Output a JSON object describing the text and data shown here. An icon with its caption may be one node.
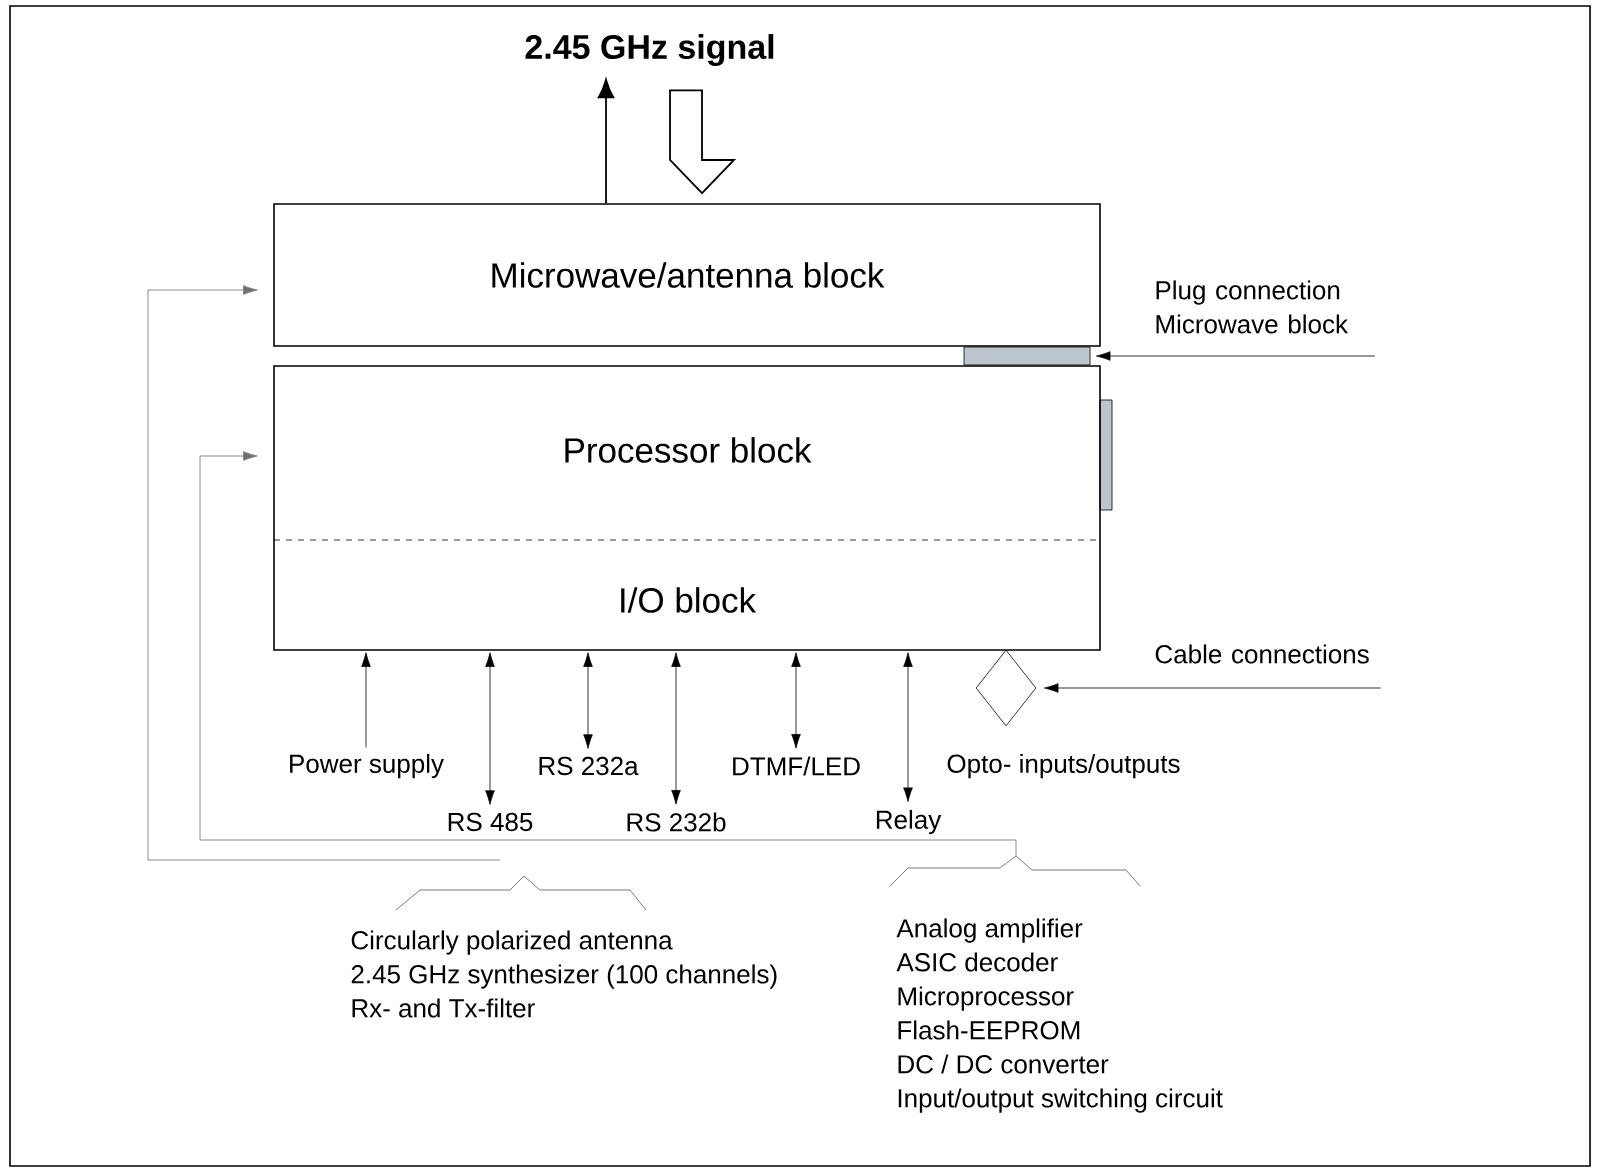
{
  "diagram": {
    "nodes": [
      {
        "text": [
          "Microwave/antenna block"
        ]
      },
      {
        "text": [
          "Processor block",
          "I/O block"
        ]
      },
      {
        "text": [
          "2.45 GHz signal"
        ]
      },
      {
        "text": [
          "Plug connection Microwave block"
        ]
      },
      {
        "text": [],
        "shape": "box"
      },
      {
        "text": [
          "Cable connections"
        ]
      },
      {
        "text": [],
        "shape": "diamond"
      },
      {
        "text": [
          "Power supply"
        ]
      },
      {
        "text": [
          "RS 485"
        ]
      },
      {
        "text": [
          "RS 232a"
        ]
      },
      {
        "text": [
          "RS 232b"
        ]
      },
      {
        "text": [
          "DTMF/LED"
        ]
      },
      {
        "text": [
          "Relay"
        ]
      },
      {
        "text": [
          "Circularly polarized antenna",
          "2.45 GHz synthesizer (100 channels)",
          "Rx- and Tx-filter"
        ]
      },
      {
        "text": [
          "Analog amplifier",
          "ASIC decoder",
          "Microprocessor",
          "Flash-EEPROM",
          "DC / DC converter",
          "Input/output switching circuit"
        ]
      }
    ],
    "edges": [
      {
        "from": 0,
        "to": 2,
        "arrow": "to"
      },
      {
        "from": 2,
        "to": 0,
        "arrow": "to",
        "style": "thick"
      },
      {
        "from": 3,
        "to": 4,
        "arrow": "to"
      },
      {
        "from": 5,
        "to": 6,
        "arrow": "to"
      },
      {
        "from": 7,
        "to": 1,
        "arrow": "to"
      },
      {
        "from": 8,
        "to": 1,
        "arrow": "both"
      },
      {
        "from": 9,
        "to": 1,
        "arrow": "both"
      },
      {
        "from": 10,
        "to": 1,
        "arrow": "both"
      },
      {
        "from": 11,
        "to": 1,
        "arrow": "both"
      },
      {
        "from": 12,
        "to": 1,
        "arrow": "both"
      },
      {
        "from": 13,
        "to": 0,
        "arrow": "to",
        "color": "#707070"
      },
      {
        "from": 14,
        "to": 1,
        "arrow": "to",
        "color": "#707070"
      }
    ],
    "labels": [
      "Opto- inputs/outputs"
    ]
  }
}
